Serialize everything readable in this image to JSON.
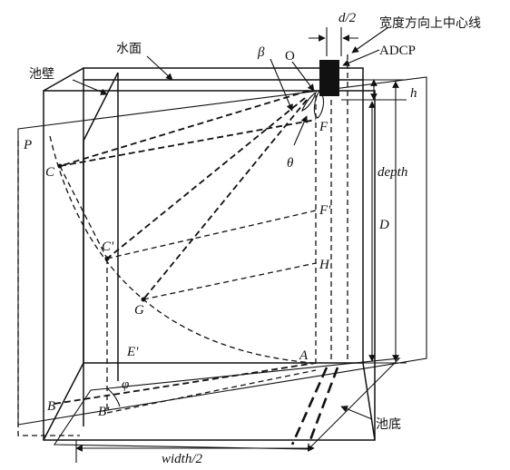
{
  "labels": {
    "d2": "d/2",
    "width_dir": "宽度方向上中心线",
    "water_surface": "水面",
    "adcp": "ADCP",
    "pool_wall": "池壁",
    "beta": "β",
    "O": "O",
    "h": "h",
    "P": "P",
    "F": "F",
    "C": "C",
    "theta": "θ",
    "depth": "depth",
    "F_prime": "F'",
    "D": "D",
    "C_prime": "C'",
    "H": "H",
    "G": "G",
    "E_prime": "E'",
    "A": "A",
    "phi": "φ",
    "B": "B",
    "B_prime": "B'",
    "pool_bottom": "池底",
    "width_half": "width/2"
  }
}
